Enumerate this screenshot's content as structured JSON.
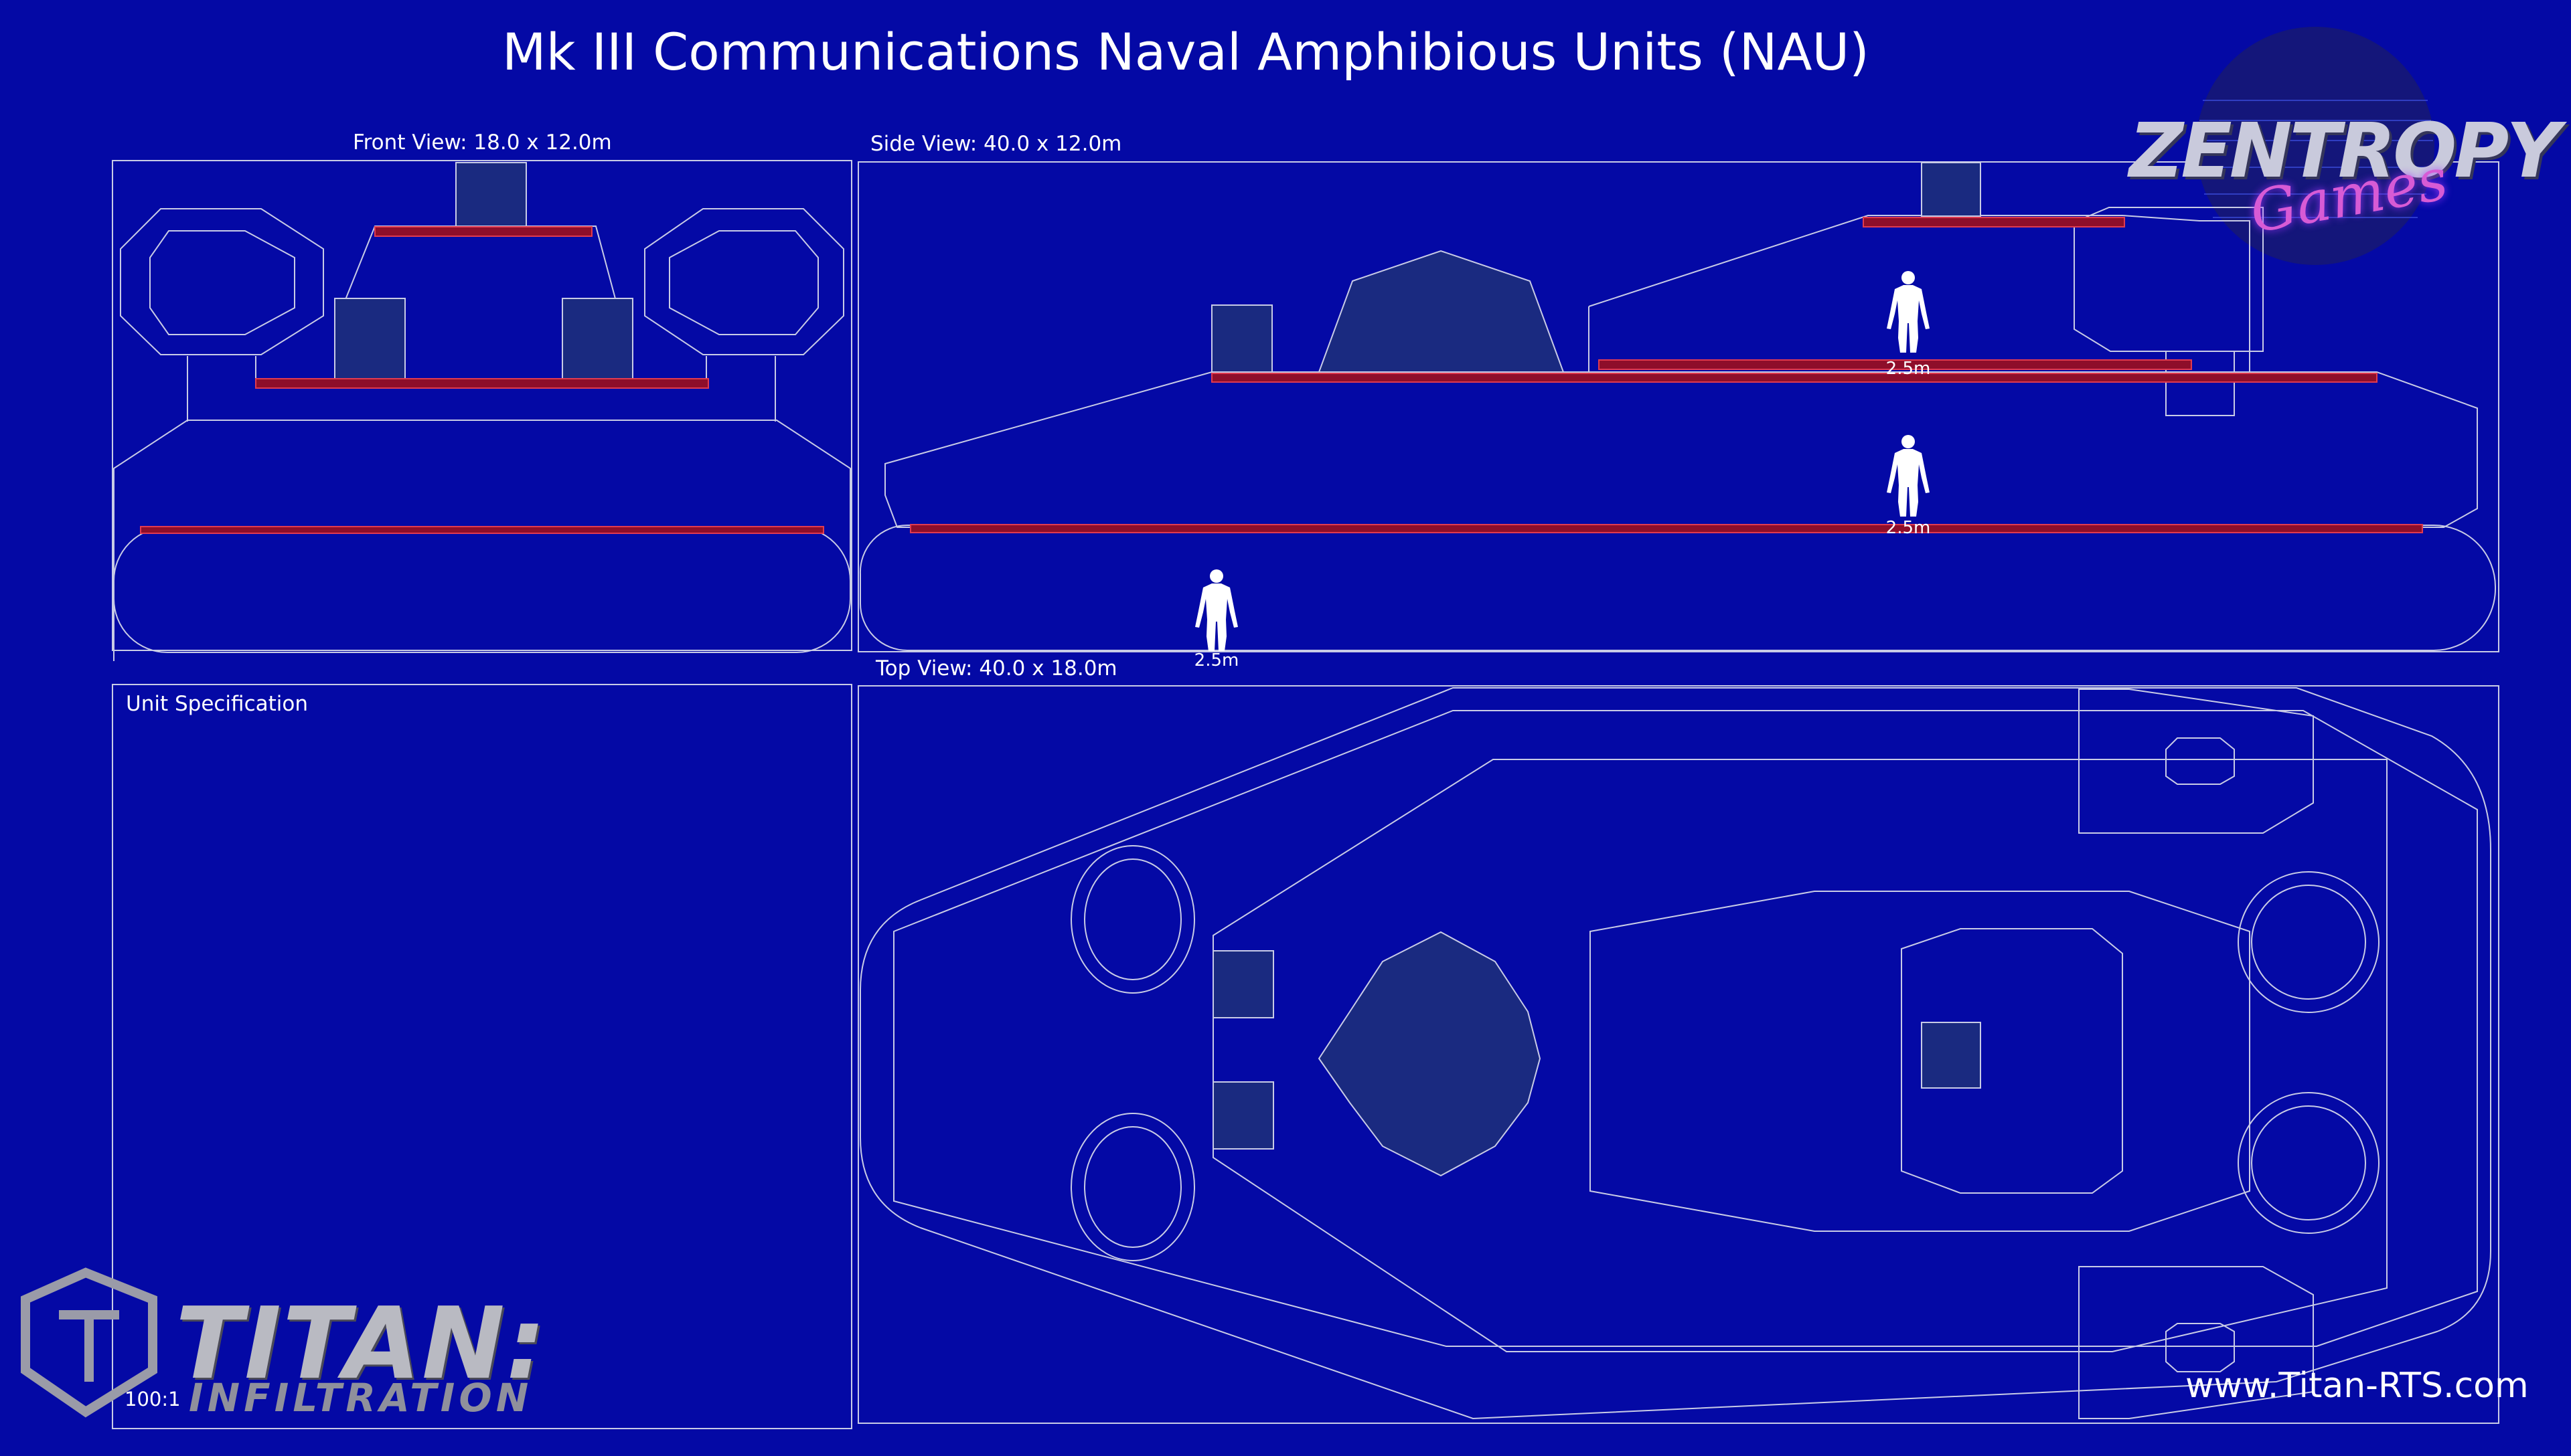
{
  "title": "Mk III Communications Naval Amphibious Units (NAU)",
  "views": {
    "front": "Front View: 18.0 x 12.0m",
    "side": "Side View: 40.0 x 12.0m",
    "top": "Top View: 40.0 x 18.0m"
  },
  "spec": {
    "heading": "Unit Specification",
    "scale": "100:1"
  },
  "human_scale_label": "2.5m",
  "logos": {
    "zentropy": {
      "name": "ZENTROPY",
      "sub": "Games"
    },
    "titan": {
      "name": "TITAN:",
      "sub": "INFILTRATION"
    }
  },
  "website": "www.Titan-RTS.com",
  "colors": {
    "background": "#0409a5",
    "panel_fill": "#1a2a80",
    "deck_fill": "#8e0e2a",
    "line": "#c8cbe6",
    "text": "#ffffff"
  },
  "icons": {
    "human": "human-figure-icon",
    "titan": "shield-icon"
  }
}
